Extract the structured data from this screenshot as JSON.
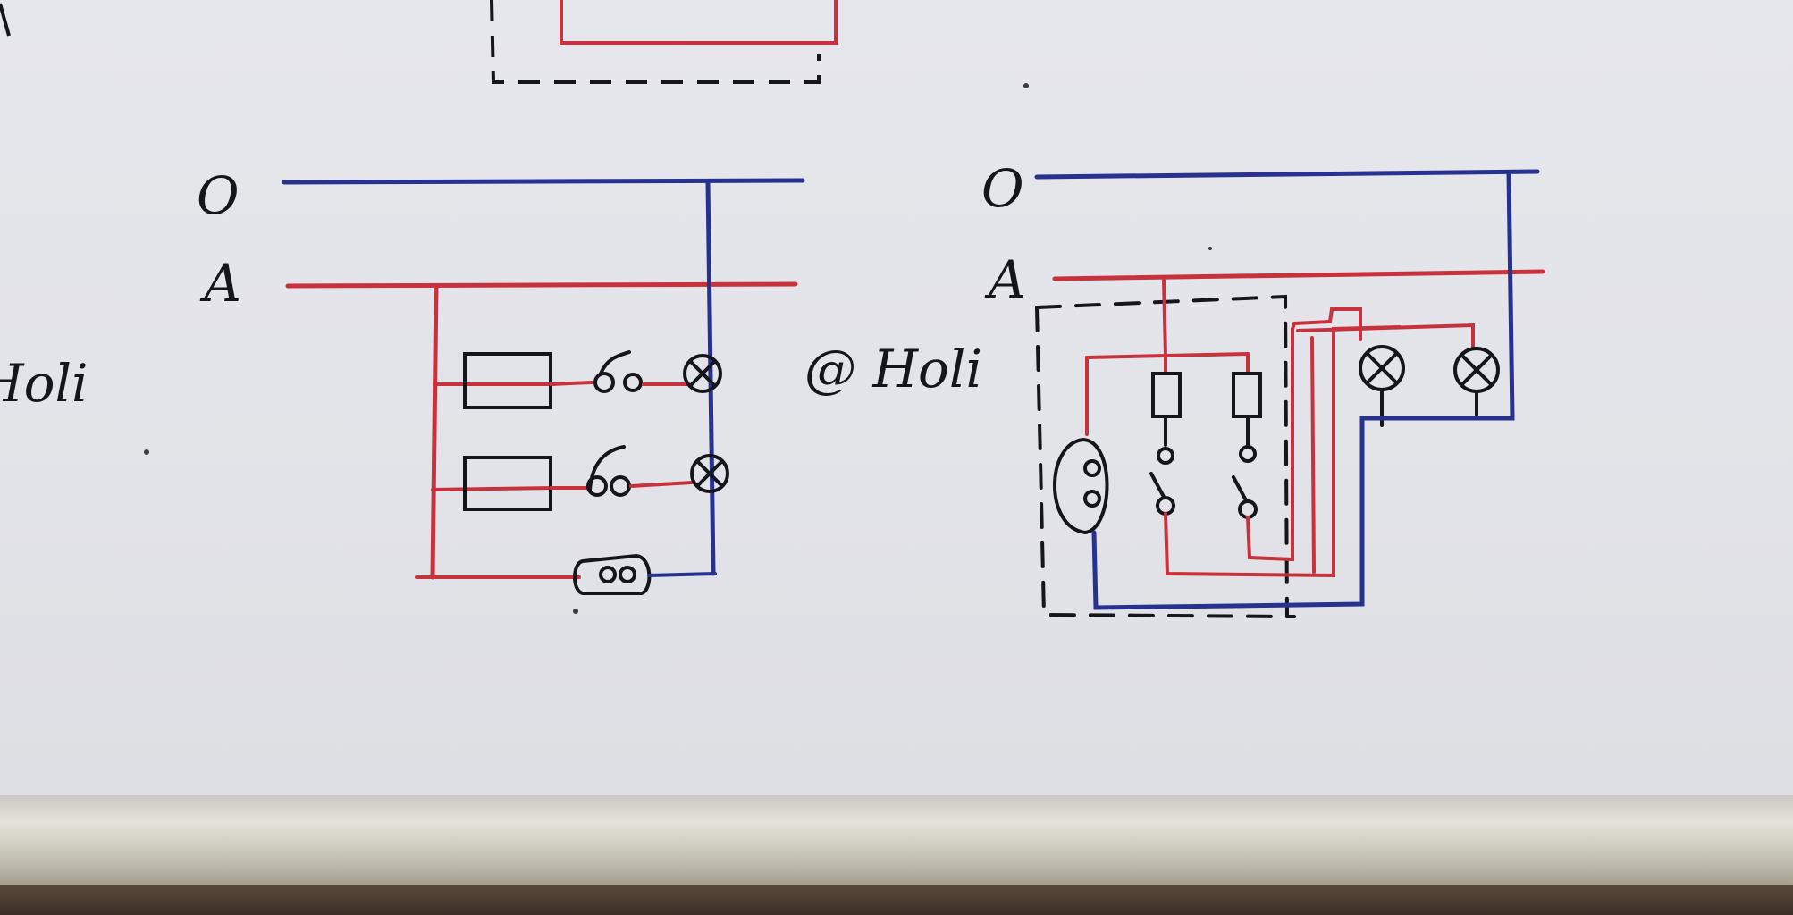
{
  "labels": {
    "left_neutral": "O",
    "left_phase": "A",
    "right_neutral": "O",
    "right_phase": "A",
    "side_note": "Holi",
    "mid_note": "Holi",
    "mid_note_mark": "@"
  },
  "colors": {
    "phase_wire": "#c8323c",
    "neutral_wire": "#27328f",
    "ink": "#15151c",
    "paper": "#e4e5ea"
  }
}
